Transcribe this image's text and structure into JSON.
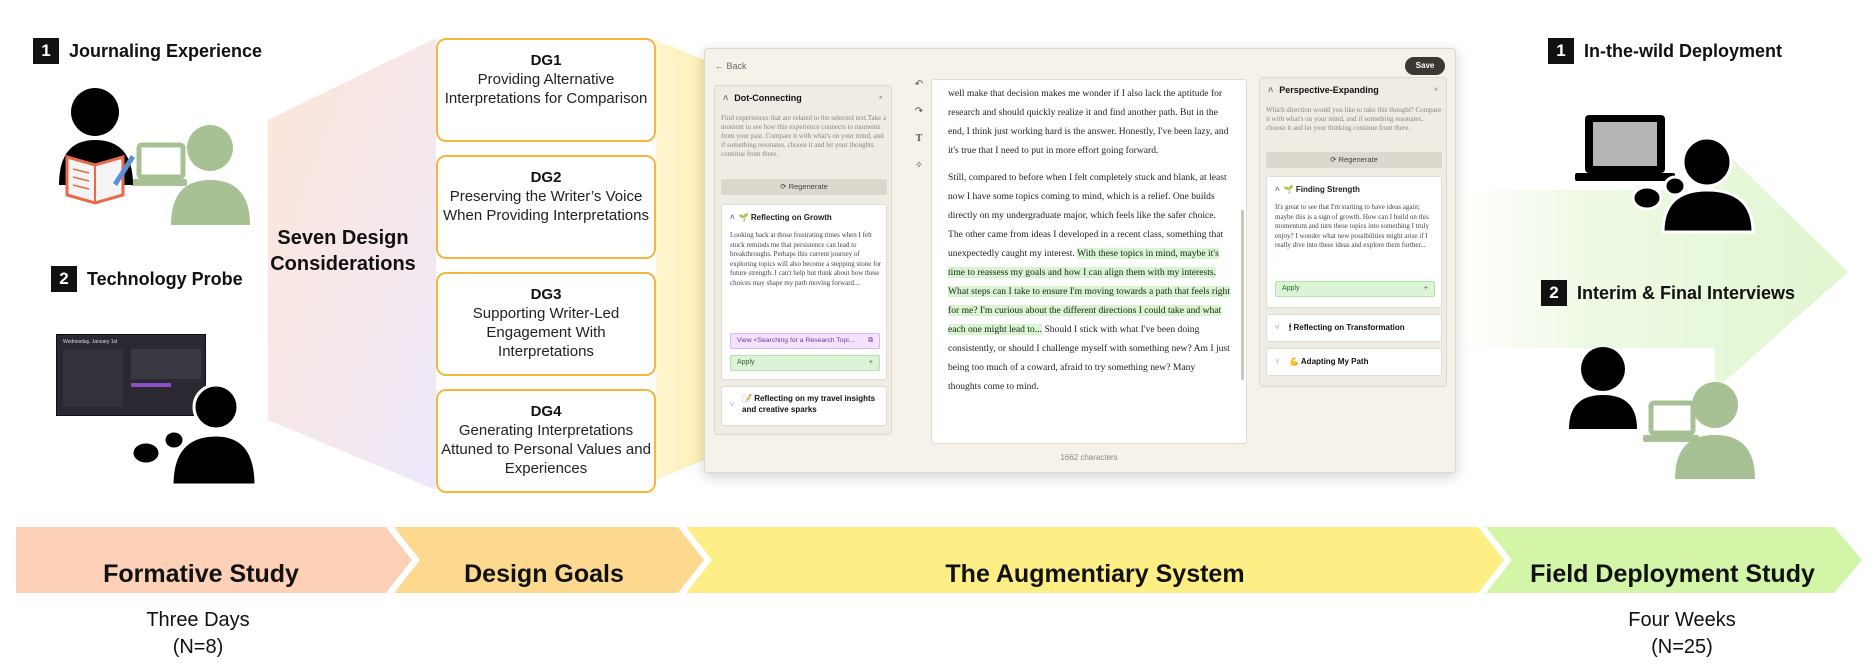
{
  "left": {
    "step1": {
      "num": "1",
      "label": "Journaling Experience"
    },
    "step2": {
      "num": "2",
      "label": "Technology Probe"
    },
    "probe_screen": {
      "title": "Wednesday, January 1st"
    }
  },
  "seven": "Seven Design Considerations",
  "design_goals": [
    {
      "id": "DG1",
      "text": "Providing Alternative Interpretations for Comparison"
    },
    {
      "id": "DG2",
      "text": "Preserving the Writer’s Voice When Providing Interpretations"
    },
    {
      "id": "DG3",
      "text": "Supporting Writer-Led Engagement With Interpretations"
    },
    {
      "id": "DG4",
      "text": "Generating Interpretations Attuned to Personal Values and Experiences"
    }
  ],
  "app": {
    "back": "Back",
    "save": "Save",
    "left_panel": {
      "title": "Dot-Connecting",
      "close": "×",
      "description": "Find experiences that are related to the selected text.Take a moment to see how this experience connects to moments from your past. Compare it with what's on your mind, and if something resonates, choose it and let your thoughts continue from there.",
      "regenerate": "Regenerate",
      "card1": {
        "title": "Reflecting on Growth",
        "body": "Looking back at those frustrating times when I felt stuck reminds me that persistence can lead to breakthroughs. Perhaps this current journey of exploring topics will also become a stepping stone for future strength. I can't help but think about how these choices may shape my path moving forward...",
        "link": "View <Searching for a Research Topi...",
        "apply": "Apply",
        "plus": "+"
      },
      "card2": {
        "title": "Reflecting on my travel insights and creative sparks"
      }
    },
    "editor": {
      "p1": "well make that decision makes me wonder if I also lack the aptitude for research and should quickly realize it and find another path. But in the end, I think just working hard is the answer. Honestly, I've been lazy, and it's true that I need to put in more effort going forward.",
      "p2_plain": "Still, compared to before when I felt completely stuck and blank, at least now I have some topics coming to mind, which is a relief. One builds directly on my undergraduate major, which feels like the safer choice. The other came from ideas I developed in a recent class, something that unexpectedly caught my interest.",
      "p2_highlight": "With these topics in mind, maybe it's time to reassess my goals and how I can align them with my interests. What steps can I take to ensure I'm moving towards a path that feels right for me? I'm curious about the different directions I could take and what each one might lead to...",
      "p2_tail": "Should I stick with what I've been doing consistently, or should I challenge myself with something new? Am I just being too much of a coward, afraid to try something new? Many thoughts come to mind.",
      "chars": "1662 characters"
    },
    "right_panel": {
      "title": "Perspective-Expanding",
      "close": "×",
      "description": "Which direction would you like to take this thought? Compare it with what's on your mind, and if something resonates, choose it and let your thinking continue from there.",
      "regenerate": "Regenerate",
      "card1": {
        "title": "Finding Strength",
        "body": "It's great to see that I'm starting to have ideas again; maybe this is a sign of growth. How can I build on this momentum and turn these topics into something I truly enjoy? I wonder what new possibilities might arise if I really dive into these ideas and explore them further...",
        "apply": "Apply",
        "plus": "+"
      },
      "card2": {
        "title": "Reflecting on Transformation"
      },
      "card3": {
        "title": "Adapting My Path"
      }
    }
  },
  "right": {
    "step1": {
      "num": "1",
      "label": "In-the-wild Deployment"
    },
    "step2": {
      "num": "2",
      "label": "Interim & Final Interviews"
    }
  },
  "phases": [
    {
      "label": "Formative Study",
      "color": "#fdd0b8"
    },
    {
      "label": "Design Goals",
      "color": "#fdd98f"
    },
    {
      "label": "The Augmentiary System",
      "color": "#fdef86"
    },
    {
      "label": "Field Deployment Study",
      "color": "#d3f5a8"
    }
  ],
  "durations": {
    "formative": {
      "line1": "Three Days",
      "line2": "(N=8)"
    },
    "field": {
      "line1": "Four Weeks",
      "line2": "(N=25)"
    }
  },
  "colors": {
    "dg_border": "#f5b53e",
    "person_black": "#000000",
    "person_green": "#a7c195",
    "highlight": "#d7f5d0"
  }
}
